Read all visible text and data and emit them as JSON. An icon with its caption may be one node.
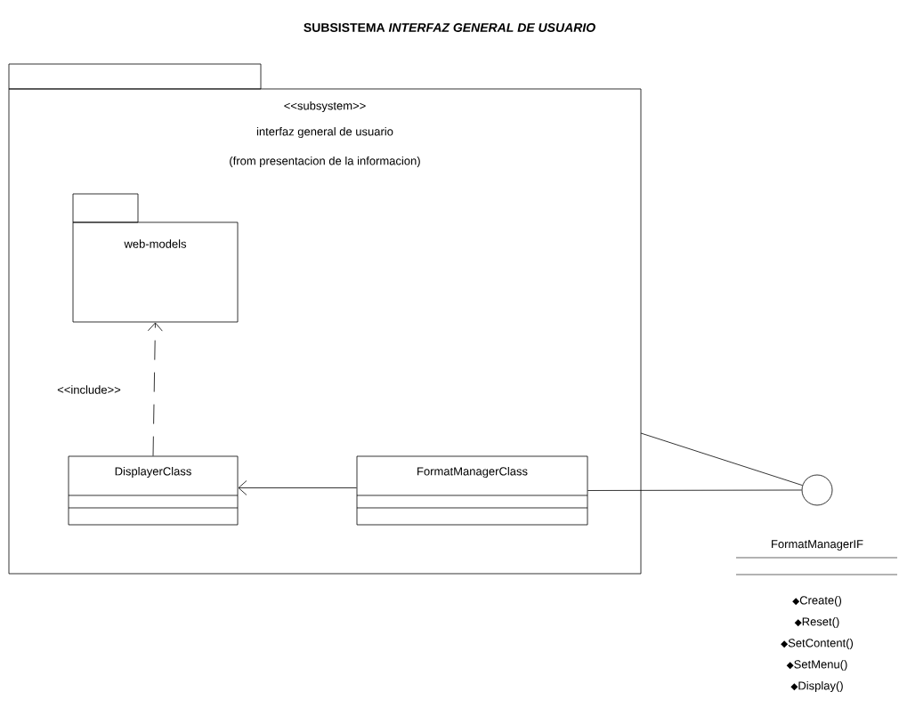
{
  "diagram": {
    "title": "SUBSISTEMA *INTERFAZ GENERAL DE USUARIO*",
    "nodes": [
      {
        "text": [
          "<<subsystem>>",
          "interfaz general de usuario",
          "(from presentacion de la informacion)"
        ]
      },
      {
        "text": [
          "web-models"
        ],
        "in": 0
      },
      {
        "text": [
          "DisplayerClass"
        ],
        "in": 0
      },
      {
        "text": [
          "FormatManagerClass"
        ],
        "in": 0
      },
      {
        "text": [],
        "shape": "circle",
        "beside": [
          "FormatManagerIF",
          "Create()",
          "Reset()",
          "SetContent()",
          "SetMenu()",
          "Display()"
        ]
      }
    ],
    "edges": [
      {
        "from": 2,
        "to": 1,
        "arrow": "to",
        "label": "<<include>>",
        "style": "dashed"
      },
      {
        "from": 3,
        "to": 2,
        "arrow": "to"
      },
      {
        "from": 3,
        "to": 4,
        "arrow": "none"
      },
      {
        "from": 0,
        "to": 4,
        "arrow": "none"
      }
    ]
  }
}
